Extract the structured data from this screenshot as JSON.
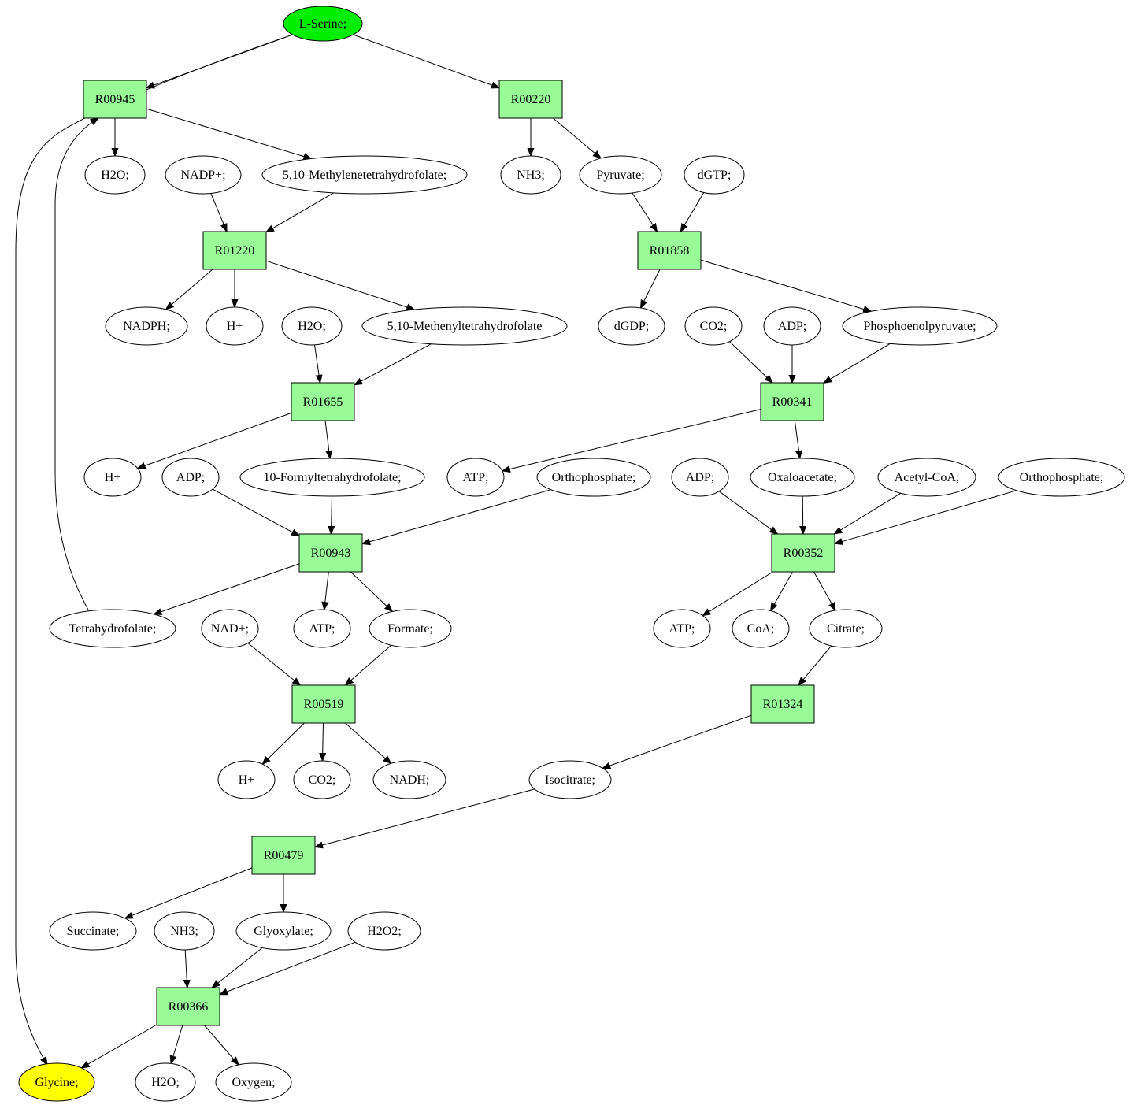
{
  "colors": {
    "reaction_fill": "#98fb98",
    "compound_fill": "#ffffff",
    "start_fill": "#00ee00",
    "end_fill": "#ffff00",
    "stroke": "#000000"
  },
  "nodes": [
    {
      "id": "serine",
      "label": "L-Serine;",
      "kind": "start"
    },
    {
      "id": "r00945",
      "label": "R00945",
      "kind": "reaction"
    },
    {
      "id": "r00220",
      "label": "R00220",
      "kind": "reaction"
    },
    {
      "id": "h2o_a",
      "label": "H2O;",
      "kind": "compound"
    },
    {
      "id": "nadp",
      "label": "NADP+;",
      "kind": "compound"
    },
    {
      "id": "methylene",
      "label": "5,10-Methylenetetrahydrofolate;",
      "kind": "compound"
    },
    {
      "id": "nh3_a",
      "label": "NH3;",
      "kind": "compound"
    },
    {
      "id": "pyruvate",
      "label": "Pyruvate;",
      "kind": "compound"
    },
    {
      "id": "dgtp",
      "label": "dGTP;",
      "kind": "compound"
    },
    {
      "id": "r01220",
      "label": "R01220",
      "kind": "reaction"
    },
    {
      "id": "r01858",
      "label": "R01858",
      "kind": "reaction"
    },
    {
      "id": "nadph",
      "label": "NADPH;",
      "kind": "compound"
    },
    {
      "id": "hplus_a",
      "label": "H+",
      "kind": "compound"
    },
    {
      "id": "h2o_b",
      "label": "H2O;",
      "kind": "compound"
    },
    {
      "id": "methenyl",
      "label": "5,10-Methenyltetrahydrofolate",
      "kind": "compound"
    },
    {
      "id": "dgdp",
      "label": "dGDP;",
      "kind": "compound"
    },
    {
      "id": "co2_a",
      "label": "CO2;",
      "kind": "compound"
    },
    {
      "id": "adp_a",
      "label": "ADP;",
      "kind": "compound"
    },
    {
      "id": "pep",
      "label": "Phosphoenolpyruvate;",
      "kind": "compound"
    },
    {
      "id": "r01655",
      "label": "R01655",
      "kind": "reaction"
    },
    {
      "id": "r00341",
      "label": "R00341",
      "kind": "reaction"
    },
    {
      "id": "hplus_b",
      "label": "H+",
      "kind": "compound"
    },
    {
      "id": "adp_b",
      "label": "ADP;",
      "kind": "compound"
    },
    {
      "id": "formylthf",
      "label": "10-Formyltetrahydrofolate;",
      "kind": "compound"
    },
    {
      "id": "atp_a",
      "label": "ATP;",
      "kind": "compound"
    },
    {
      "id": "pi_a",
      "label": "Orthophosphate;",
      "kind": "compound"
    },
    {
      "id": "adp_c",
      "label": "ADP;",
      "kind": "compound"
    },
    {
      "id": "oaa",
      "label": "Oxaloacetate;",
      "kind": "compound"
    },
    {
      "id": "acoa",
      "label": "Acetyl-CoA;",
      "kind": "compound"
    },
    {
      "id": "pi_b",
      "label": "Orthophosphate;",
      "kind": "compound"
    },
    {
      "id": "r00943",
      "label": "R00943",
      "kind": "reaction"
    },
    {
      "id": "r00352",
      "label": "R00352",
      "kind": "reaction"
    },
    {
      "id": "thf",
      "label": "Tetrahydrofolate;",
      "kind": "compound"
    },
    {
      "id": "nad",
      "label": "NAD+;",
      "kind": "compound"
    },
    {
      "id": "atp_b",
      "label": "ATP;",
      "kind": "compound"
    },
    {
      "id": "formate",
      "label": "Formate;",
      "kind": "compound"
    },
    {
      "id": "atp_c",
      "label": "ATP;",
      "kind": "compound"
    },
    {
      "id": "coa",
      "label": "CoA;",
      "kind": "compound"
    },
    {
      "id": "citrate",
      "label": "Citrate;",
      "kind": "compound"
    },
    {
      "id": "r00519",
      "label": "R00519",
      "kind": "reaction"
    },
    {
      "id": "r01324",
      "label": "R01324",
      "kind": "reaction"
    },
    {
      "id": "hplus_c",
      "label": "H+",
      "kind": "compound"
    },
    {
      "id": "co2_b",
      "label": "CO2;",
      "kind": "compound"
    },
    {
      "id": "nadh",
      "label": "NADH;",
      "kind": "compound"
    },
    {
      "id": "isocitrate",
      "label": "Isocitrate;",
      "kind": "compound"
    },
    {
      "id": "r00479",
      "label": "R00479",
      "kind": "reaction"
    },
    {
      "id": "succinate",
      "label": "Succinate;",
      "kind": "compound"
    },
    {
      "id": "nh3_b",
      "label": "NH3;",
      "kind": "compound"
    },
    {
      "id": "glyoxylate",
      "label": "Glyoxylate;",
      "kind": "compound"
    },
    {
      "id": "h2o2",
      "label": "H2O2;",
      "kind": "compound"
    },
    {
      "id": "r00366",
      "label": "R00366",
      "kind": "reaction"
    },
    {
      "id": "glycine",
      "label": "Glycine;",
      "kind": "end"
    },
    {
      "id": "h2o_c",
      "label": "H2O;",
      "kind": "compound"
    },
    {
      "id": "oxygen",
      "label": "Oxygen;",
      "kind": "compound"
    }
  ],
  "edges": [
    {
      "from": "serine",
      "to": "r00945"
    },
    {
      "from": "serine",
      "to": "r00220"
    },
    {
      "from": "serine",
      "to": "glycine"
    },
    {
      "from": "r00945",
      "to": "h2o_a"
    },
    {
      "from": "r00945",
      "to": "methylene"
    },
    {
      "from": "r00220",
      "to": "nh3_a"
    },
    {
      "from": "r00220",
      "to": "pyruvate"
    },
    {
      "from": "nadp",
      "to": "r01220"
    },
    {
      "from": "methylene",
      "to": "r01220"
    },
    {
      "from": "pyruvate",
      "to": "r01858"
    },
    {
      "from": "dgtp",
      "to": "r01858"
    },
    {
      "from": "r01220",
      "to": "nadph"
    },
    {
      "from": "r01220",
      "to": "hplus_a"
    },
    {
      "from": "r01220",
      "to": "methenyl"
    },
    {
      "from": "r01858",
      "to": "dgdp"
    },
    {
      "from": "r01858",
      "to": "pep"
    },
    {
      "from": "h2o_b",
      "to": "r01655"
    },
    {
      "from": "methenyl",
      "to": "r01655"
    },
    {
      "from": "co2_a",
      "to": "r00341"
    },
    {
      "from": "adp_a",
      "to": "r00341"
    },
    {
      "from": "pep",
      "to": "r00341"
    },
    {
      "from": "r01655",
      "to": "hplus_b"
    },
    {
      "from": "r01655",
      "to": "formylthf"
    },
    {
      "from": "r00341",
      "to": "atp_a"
    },
    {
      "from": "r00341",
      "to": "oaa"
    },
    {
      "from": "adp_b",
      "to": "r00943"
    },
    {
      "from": "formylthf",
      "to": "r00943"
    },
    {
      "from": "pi_a",
      "to": "r00943"
    },
    {
      "from": "adp_c",
      "to": "r00352"
    },
    {
      "from": "oaa",
      "to": "r00352"
    },
    {
      "from": "acoa",
      "to": "r00352"
    },
    {
      "from": "pi_b",
      "to": "r00352"
    },
    {
      "from": "r00943",
      "to": "thf"
    },
    {
      "from": "r00943",
      "to": "atp_b"
    },
    {
      "from": "r00943",
      "to": "formate"
    },
    {
      "from": "thf",
      "to": "r00945"
    },
    {
      "from": "r00352",
      "to": "atp_c"
    },
    {
      "from": "r00352",
      "to": "coa"
    },
    {
      "from": "r00352",
      "to": "citrate"
    },
    {
      "from": "nad",
      "to": "r00519"
    },
    {
      "from": "formate",
      "to": "r00519"
    },
    {
      "from": "citrate",
      "to": "r01324"
    },
    {
      "from": "r00519",
      "to": "hplus_c"
    },
    {
      "from": "r00519",
      "to": "co2_b"
    },
    {
      "from": "r00519",
      "to": "nadh"
    },
    {
      "from": "r01324",
      "to": "isocitrate"
    },
    {
      "from": "isocitrate",
      "to": "r00479"
    },
    {
      "from": "r00479",
      "to": "succinate"
    },
    {
      "from": "r00479",
      "to": "glyoxylate"
    },
    {
      "from": "nh3_b",
      "to": "r00366"
    },
    {
      "from": "glyoxylate",
      "to": "r00366"
    },
    {
      "from": "h2o2",
      "to": "r00366"
    },
    {
      "from": "r00366",
      "to": "glycine"
    },
    {
      "from": "r00366",
      "to": "h2o_c"
    },
    {
      "from": "r00366",
      "to": "oxygen"
    }
  ]
}
